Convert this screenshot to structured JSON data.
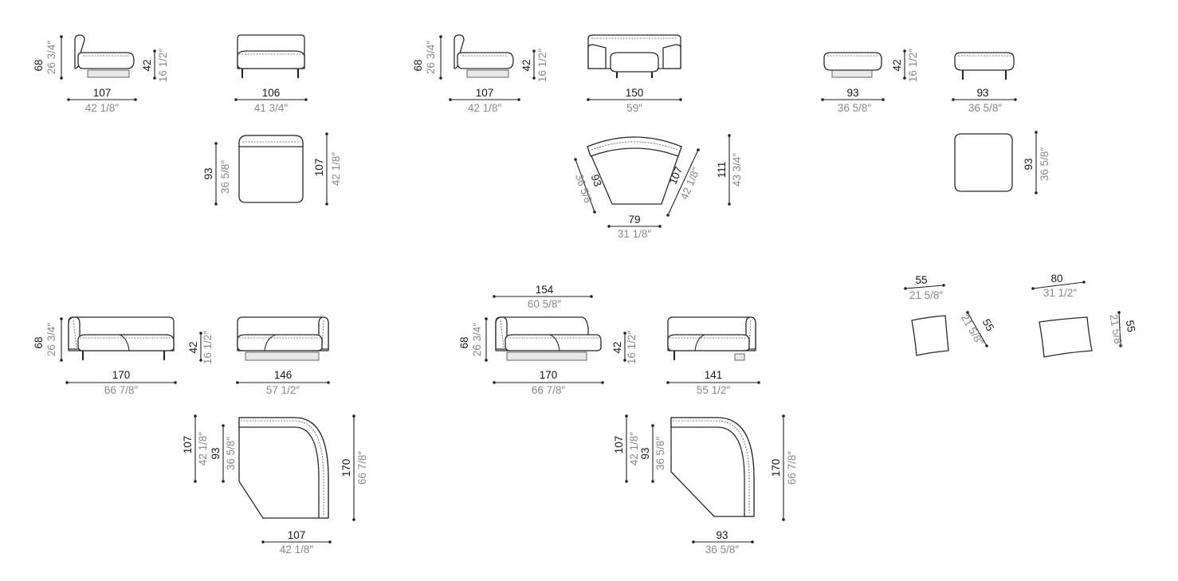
{
  "labels": {
    "mod1": {
      "h_cm": "68",
      "h_in": "26 3/4″",
      "seat_cm": "42",
      "seat_in": "16 1/2″",
      "d_cm": "107",
      "d_in": "42 1/8″",
      "w_cm": "106",
      "w_in": "41 3/4″",
      "pd1_cm": "93",
      "pd1_in": "36 5/8″",
      "pd2_cm": "107",
      "pd2_in": "42 1/8″"
    },
    "mod2": {
      "h_cm": "68",
      "h_in": "26 3/4″",
      "seat_cm": "42",
      "seat_in": "16 1/2″",
      "d_cm": "107",
      "d_in": "42 1/8″",
      "w_cm": "150",
      "w_in": "59″",
      "pa_cm": "93",
      "pa_in": "36 5/8",
      "pb_cm": "107",
      "pb_in": "42 1/8″",
      "pc_cm": "111",
      "pc_in": "43 3/4″",
      "pw_cm": "79",
      "pw_in": "31 1/8″"
    },
    "mod3": {
      "seat_cm": "42",
      "seat_in": "16 1/2″",
      "d_cm": "93",
      "d_in": "36 5/8″",
      "w_cm": "93",
      "w_in": "36 5/8″",
      "pd_cm": "93",
      "pd_in": "36 5/8″"
    },
    "mod4": {
      "h_cm": "68",
      "h_in": "26 3/4″",
      "seat_cm": "42",
      "seat_in": "16 1/2″",
      "w_cm": "170",
      "w_in": "66 7/8″",
      "s_cm": "146",
      "s_in": "57 1/2″",
      "pa_cm": "107",
      "pa_in": "42 1/8″",
      "pb_cm": "93",
      "pb_in": "36 5/8″",
      "pc_cm": "170",
      "pc_in": "66 7/8″",
      "pw_cm": "107",
      "pw_in": "42 1/8″"
    },
    "mod5": {
      "top_cm": "154",
      "top_in": "60 5/8″",
      "h_cm": "68",
      "h_in": "26 3/4″",
      "seat_cm": "42",
      "seat_in": "16 1/2″",
      "w_cm": "170",
      "w_in": "66 7/8″",
      "s_cm": "141",
      "s_in": "55 1/2″",
      "pa_cm": "107",
      "pa_in": "42 1/8″",
      "pb_cm": "93",
      "pb_in": "36 5/8″",
      "pc_cm": "170",
      "pc_in": "66 7/8″",
      "pw_cm": "93",
      "pw_in": "36 5/8″"
    },
    "cushion1": {
      "w_cm": "55",
      "w_in": "21 5/8″",
      "h_cm": "55",
      "h_in": "21 5/8″"
    },
    "cushion2": {
      "w_cm": "80",
      "w_in": "31 1/2″",
      "h_cm": "55",
      "h_in": "21 5/8″"
    }
  }
}
